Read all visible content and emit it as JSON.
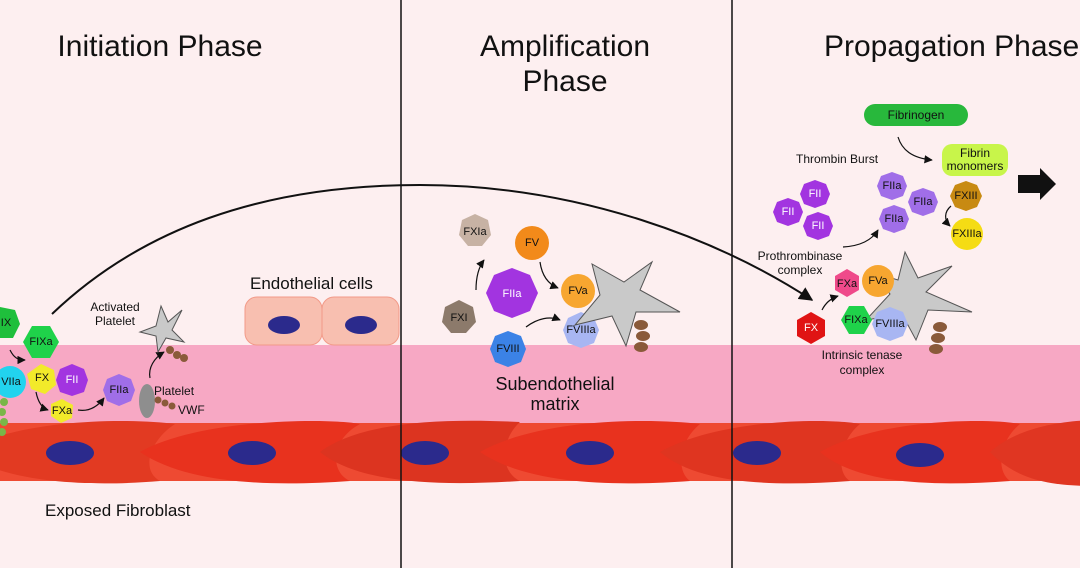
{
  "phases": [
    {
      "title_lines": [
        "Initiation Phase"
      ]
    },
    {
      "title_lines": [
        "Amplification",
        "Phase"
      ]
    },
    {
      "title_lines": [
        "Propagation Phase"
      ]
    }
  ],
  "labels": {
    "endothelial_cells": "Endothelial cells",
    "subendothelial_matrix_lines": [
      "Subendothelial",
      "matrix"
    ],
    "exposed_fibroblast": "Exposed Fibroblast",
    "activated_platelet_lines": [
      "Activated",
      "Platelet"
    ],
    "platelet": "Platelet",
    "vwf": "VWF",
    "thrombin_burst": "Thrombin Burst",
    "prothrombinase_lines": [
      "Prothrombinase",
      "complex"
    ],
    "intrinsic_tenase_lines": [
      "Intrinsic tenase",
      "complex"
    ],
    "fibrinogen": "Fibrinogen",
    "fibrin_monomers_lines": [
      "Fibrin",
      "monomers"
    ]
  },
  "factors": {
    "initiation": [
      "IX",
      "FIXa",
      "VIIa",
      "FX",
      "FII",
      "FXa",
      "FIIa"
    ],
    "amplification": [
      "FXIa",
      "FV",
      "FIIa",
      "FVa",
      "FXI",
      "FVIIIa",
      "FVIII"
    ],
    "propagation": [
      "FII",
      "FII",
      "FII",
      "FIIa",
      "FIIa",
      "FIIa",
      "FXIII",
      "FXIIIa",
      "FXa",
      "FVa",
      "FX",
      "FIXa",
      "FVIIIa"
    ]
  },
  "colors": {
    "background": "#fdeff0",
    "subendothelium": "#f7a8c4",
    "endothelial_cell": "#f8bfb0",
    "fibroblast": "#e8321e",
    "nucleus": "#2b2a8c",
    "platelet": "#c9c9c9",
    "vwf": "#8a5a3a"
  },
  "icons": [
    "arrow-right-icon"
  ]
}
